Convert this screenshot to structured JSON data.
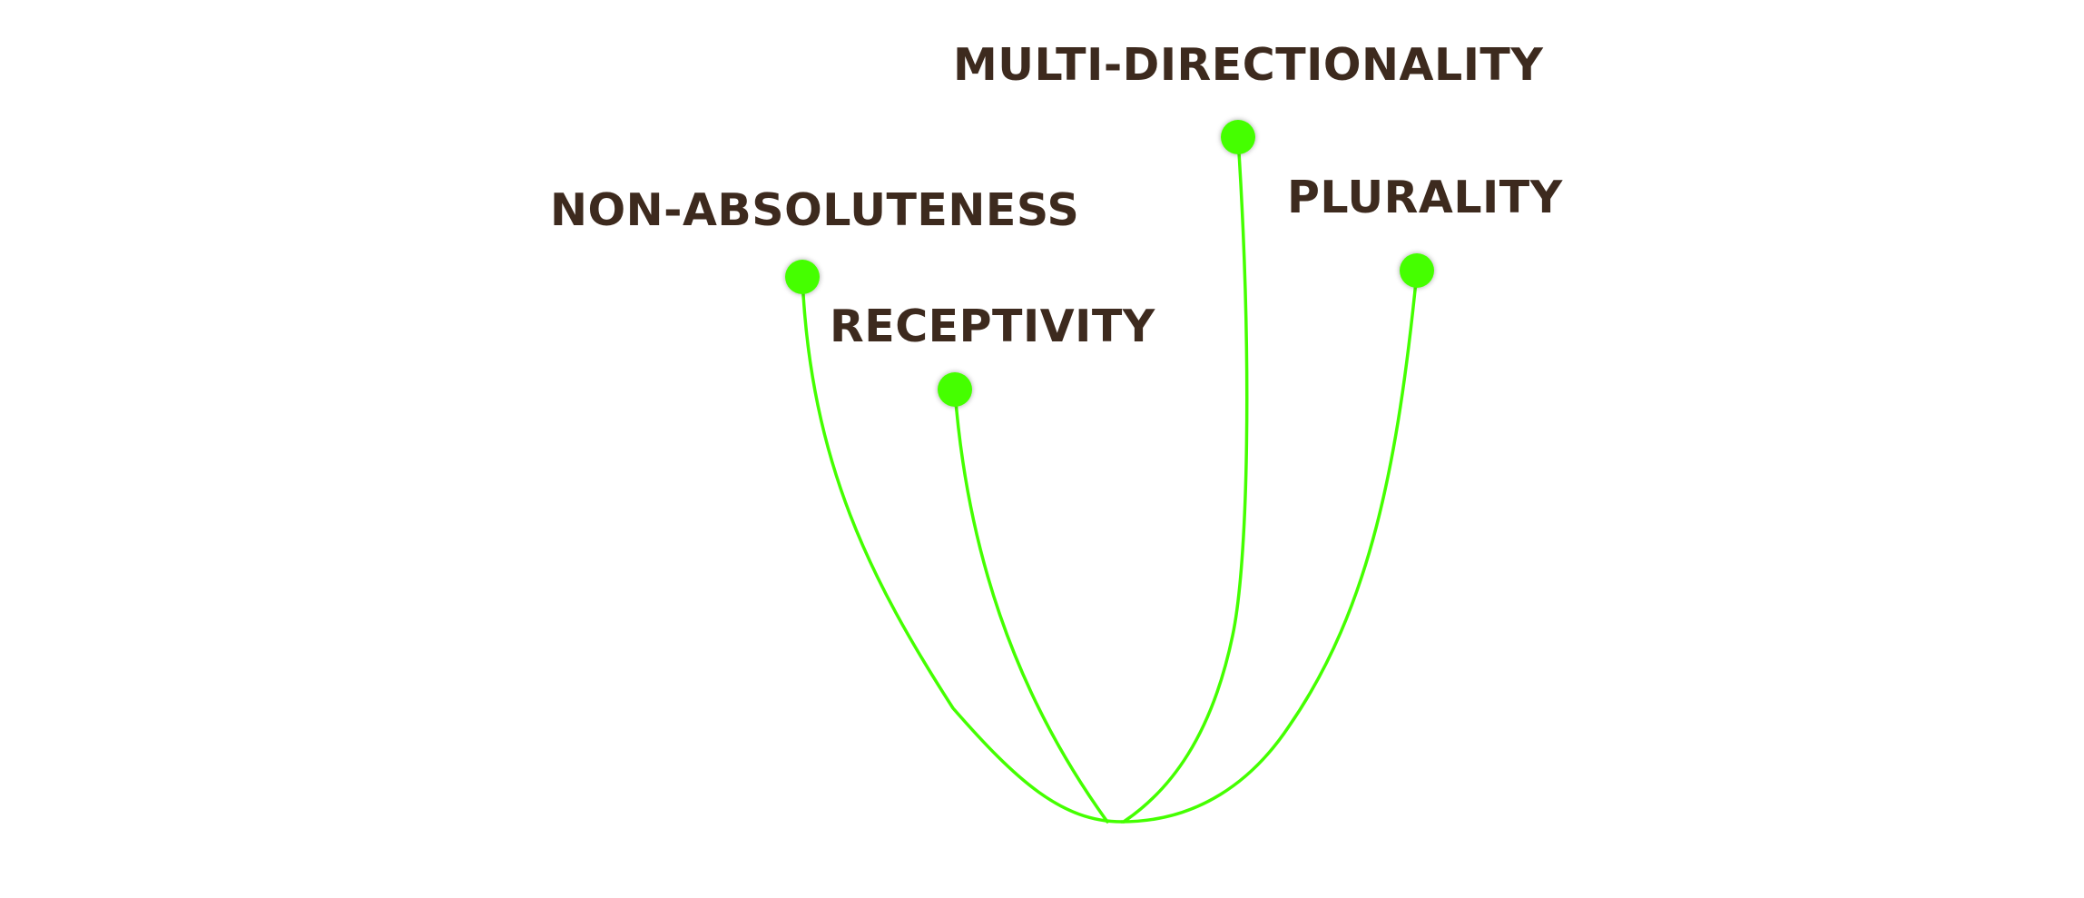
{
  "colors": {
    "background": "#ffffff",
    "label": "#3d2a1e",
    "line": "#44ff00",
    "node": "#44ff00"
  },
  "concepts": [
    {
      "key": "multi",
      "label": "MULTI-DIRECTIONALITY"
    },
    {
      "key": "non",
      "label": "NON-ABSOLUTENESS"
    },
    {
      "key": "plur",
      "label": "PLURALITY"
    },
    {
      "key": "rec",
      "label": "RECEPTIVITY"
    }
  ]
}
